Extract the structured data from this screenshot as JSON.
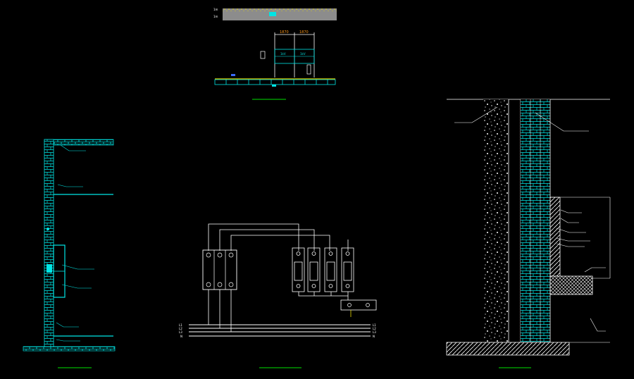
{
  "colors": {
    "background": "#000000",
    "line_white": "#ffffff",
    "line_cyan": "#00e5e5",
    "line_yellow": "#e5d800",
    "dim_orange": "#ff9a1a",
    "title_underline": "#00e000",
    "strip_gray": "#8c8c8c",
    "label_blue": "#3a6bff",
    "label_red": "#ff3b30"
  },
  "top_section": {
    "strip_labels": [
      "1m",
      "1m"
    ],
    "strip_center_label": "",
    "dim_values": [
      "1870",
      "1870"
    ],
    "cell_labels": [
      "1kV",
      "1kV",
      "",
      ""
    ],
    "side_label": "",
    "title": ""
  },
  "left_wall": {
    "labels": [
      "",
      "",
      "",
      "",
      "",
      ""
    ],
    "title": ""
  },
  "middle_circuit": {
    "left_label": "",
    "bus_labels_left": [
      "L1",
      "L2",
      "L3",
      "N"
    ],
    "bus_labels_right": [
      "L1",
      "L2",
      "L3",
      "N"
    ],
    "module_label": "",
    "bottom_note": "",
    "title": ""
  },
  "right_section": {
    "labels": [
      "",
      "",
      "",
      "",
      "",
      "",
      "",
      ""
    ],
    "title": ""
  },
  "icons": [
    "ground-hatch-icon",
    "terminal-screw-icon",
    "breaker-icon",
    "surge-module-icon"
  ]
}
